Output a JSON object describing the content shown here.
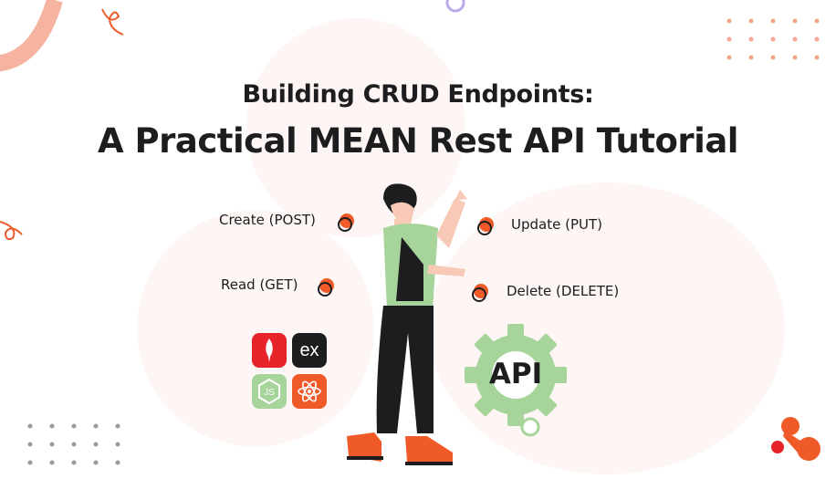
{
  "title": {
    "line1": "Building CRUD Endpoints:",
    "line2": "A Practical MEAN Rest API Tutorial"
  },
  "endpoints": [
    {
      "label": "Create (POST)"
    },
    {
      "label": "Read (GET)"
    },
    {
      "label": "Update (PUT)"
    },
    {
      "label": "Delete (DELETE)"
    }
  ],
  "stack_icons": [
    "mongodb-icon",
    "express-icon",
    "nodejs-icon",
    "react-icon"
  ],
  "express_text": "ex",
  "gear": {
    "text": "API"
  },
  "colors": {
    "accent": "#f05a28",
    "red": "#e8242b",
    "green": "#a6d49a",
    "dark": "#1d1d1f",
    "peach": "#f6b3a0"
  }
}
